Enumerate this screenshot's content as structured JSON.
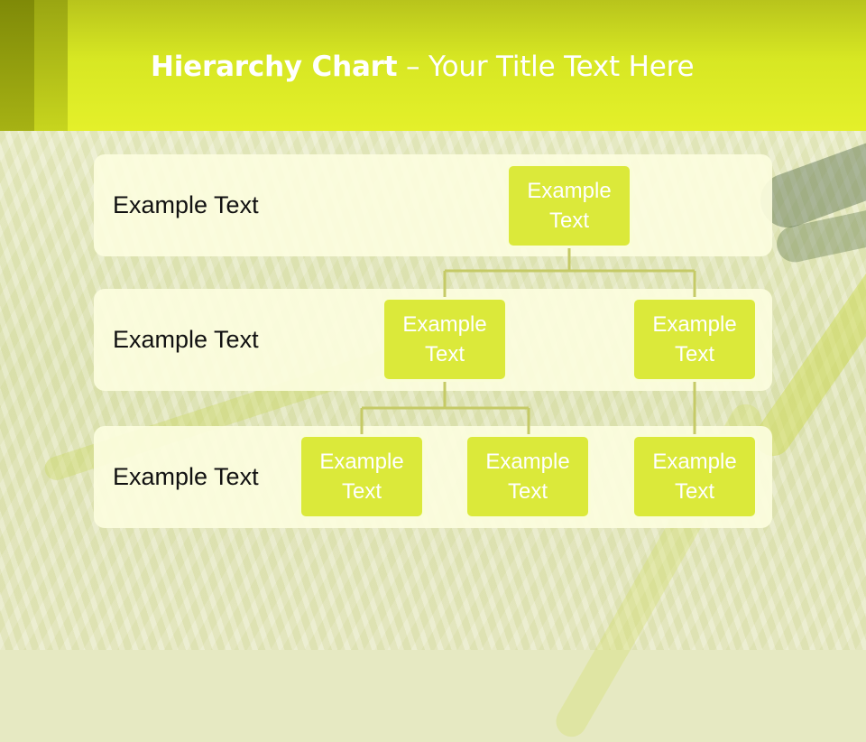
{
  "header": {
    "title_bold": "Hierarchy Chart",
    "title_rest": " – Your Title Text Here"
  },
  "rows": [
    {
      "label": "Example Text"
    },
    {
      "label": "Example Text"
    },
    {
      "label": "Example Text"
    }
  ],
  "nodes": {
    "root": "Example Text",
    "level2_left": "Example Text",
    "level2_right": "Example Text",
    "level3_a": "Example Text",
    "level3_b": "Example Text",
    "level3_c": "Example Text"
  },
  "colors": {
    "header": "#dbe923",
    "box_fill": "#dbe93a",
    "connector": "#c7cc6a"
  }
}
